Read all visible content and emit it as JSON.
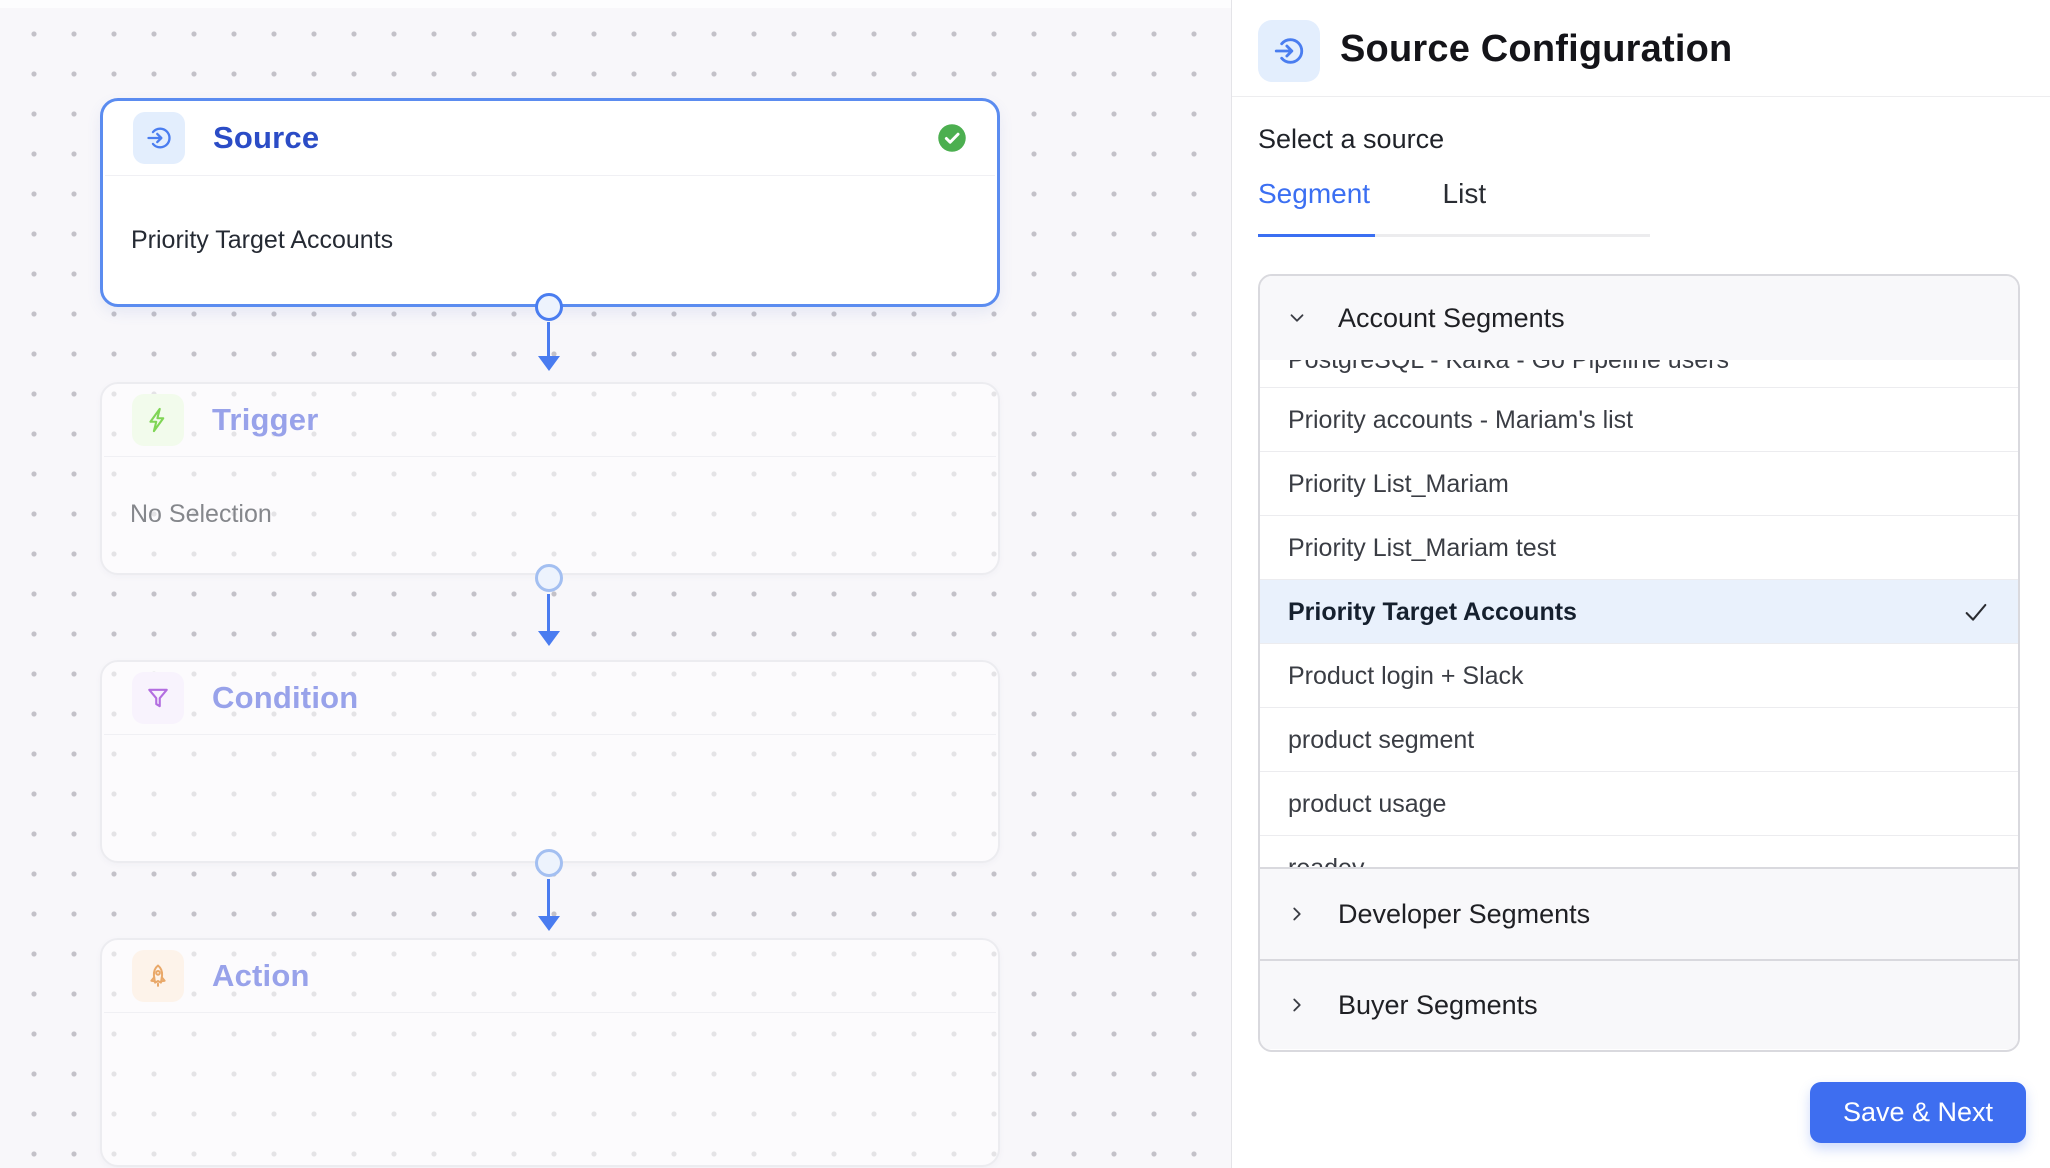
{
  "canvas": {
    "nodes": [
      {
        "title": "Source",
        "body": "Priority Target Accounts",
        "icon": "login-arrow-icon",
        "status": "completed"
      },
      {
        "title": "Trigger",
        "body": "No Selection",
        "icon": "lightning-icon",
        "status": "none"
      },
      {
        "title": "Condition",
        "body": "",
        "icon": "funnel-icon",
        "status": "none"
      },
      {
        "title": "Action",
        "body": "",
        "icon": "rocket-icon",
        "status": "none"
      }
    ]
  },
  "panel": {
    "title": "Source Configuration",
    "icon": "login-arrow-icon",
    "subtitle": "Select a source",
    "tabs": [
      {
        "label": "Segment",
        "active": true
      },
      {
        "label": "List",
        "active": false
      }
    ],
    "segment_list": {
      "sections": [
        {
          "label": "Account Segments",
          "state": "expanded"
        },
        {
          "label": "Developer Segments",
          "state": "collapsed"
        },
        {
          "label": "Buyer Segments",
          "state": "collapsed"
        }
      ],
      "items": [
        {
          "label": "PostgreSQL - Kafka - Go Pipeline users",
          "selected": false,
          "clipped": "top"
        },
        {
          "label": "Priority accounts - Mariam's list",
          "selected": false
        },
        {
          "label": "Priority List_Mariam",
          "selected": false
        },
        {
          "label": "Priority List_Mariam test",
          "selected": false
        },
        {
          "label": "Priority Target Accounts",
          "selected": true
        },
        {
          "label": "Product login + Slack",
          "selected": false
        },
        {
          "label": "product segment",
          "selected": false
        },
        {
          "label": "product usage",
          "selected": false
        },
        {
          "label": "readev",
          "selected": false,
          "clipped": "bottom"
        }
      ]
    },
    "save_button_label": "Save & Next"
  },
  "colors": {
    "accent_blue": "#3e6ef0",
    "node_selected_border": "#5b8cf0",
    "source_title": "#2b4cc6",
    "soft_title": "#98a2ea",
    "success_green": "#4caf50",
    "selected_row_bg": "#e9f1fc",
    "canvas_bg": "#f8f7fa",
    "trigger_icon": "#7fd555",
    "condition_icon": "#b36ee0",
    "action_icon": "#e9a869"
  }
}
